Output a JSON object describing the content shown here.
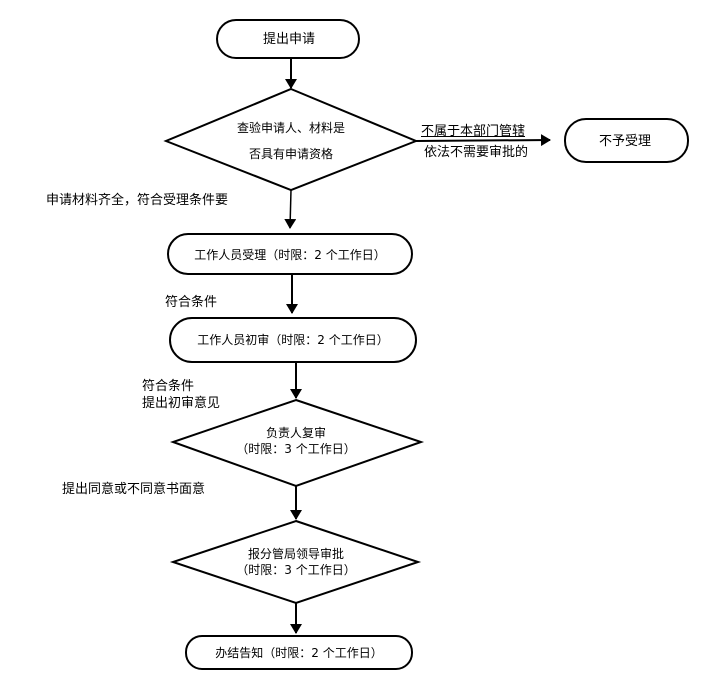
{
  "nodes": {
    "start": {
      "label": "提出申请"
    },
    "check": {
      "line1": "查验申请人、材料是",
      "line2": "否具有申请资格"
    },
    "reject": {
      "label": "不予受理"
    },
    "accept": {
      "label": "工作人员受理（时限：2 个工作日）"
    },
    "initial_review": {
      "label": "工作人员初审（时限：2 个工作日）"
    },
    "second_review": {
      "line1": "负责人复审",
      "line2": "（时限：3 个工作日）"
    },
    "approval": {
      "line1": "报分管局领导审批",
      "line2": "（时限：3 个工作日）"
    },
    "notify": {
      "label": "办结告知（时限：2 个工作日）"
    }
  },
  "edges": {
    "reject_line1": "不属于本部门管辖",
    "reject_line2": "依法不需要审批的",
    "to_accept": "申请材料齐全，符合受理条件要",
    "to_initial": "符合条件",
    "to_second_line1": "符合条件",
    "to_second_line2": "提出初审意见",
    "to_approval": "提出同意或不同意书面意"
  },
  "colors": {
    "stroke": "#000000",
    "background": "#ffffff"
  }
}
